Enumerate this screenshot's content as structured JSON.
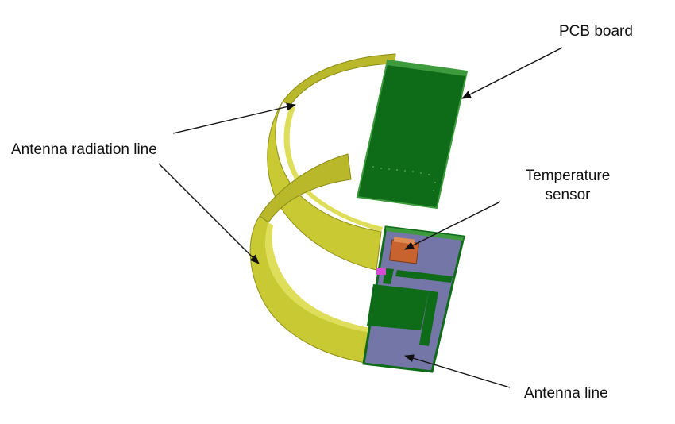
{
  "labels": {
    "pcb_board": "PCB board",
    "antenna_radiation_line": "Antenna radiation line",
    "temperature_sensor_line1": "Temperature",
    "temperature_sensor_line2": "sensor",
    "antenna_line": "Antenna line"
  },
  "colors": {
    "antenna_yellow": "#c9c934",
    "antenna_yellow_dark": "#9c9c1c",
    "antenna_yellow_light": "#dede5a",
    "pcb_green": "#0e6b17",
    "pcb_green_edge": "#3d9a3d",
    "pcb_green_dark": "#0a5211",
    "board_purple": "#7476a8",
    "sensor_orange": "#c8622e",
    "pad_magenta": "#d64bd6",
    "arrow": "#111111"
  }
}
